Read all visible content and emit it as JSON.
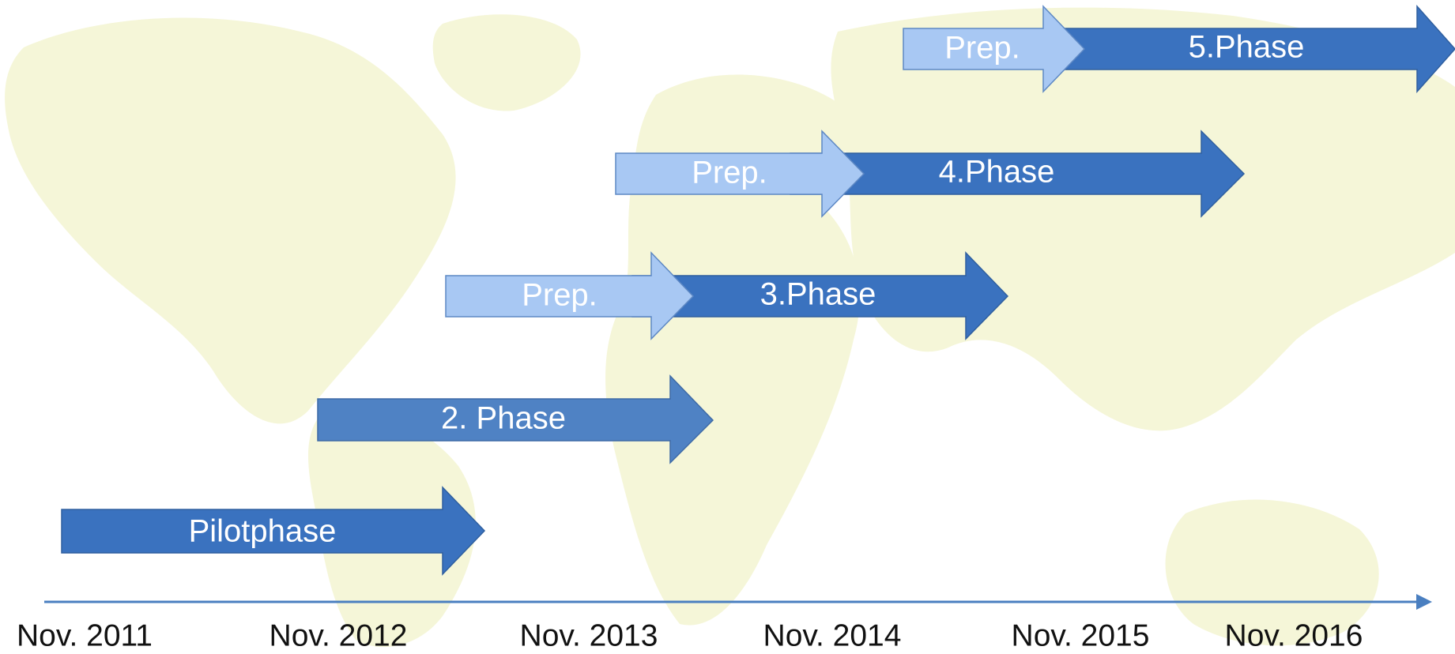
{
  "timeline": {
    "dates": [
      "Nov. 2011",
      "Nov. 2012",
      "Nov. 2013",
      "Nov. 2014",
      "Nov. 2015",
      "Nov. 2016"
    ]
  },
  "phases": {
    "pilot": {
      "label": "Pilotphase"
    },
    "phase2": {
      "label": "2. Phase"
    },
    "phase3": {
      "label": "3.Phase",
      "prep_label": "Prep."
    },
    "phase4": {
      "label": "4.Phase",
      "prep_label": "Prep."
    },
    "phase5": {
      "label": "5.Phase",
      "prep_label": "Prep."
    }
  },
  "colors": {
    "phase_arrow": "#3a72bf",
    "prep_arrow": "#a8c8f3",
    "axis": "#4a7fc0",
    "map_background": "#f5f6d8"
  }
}
